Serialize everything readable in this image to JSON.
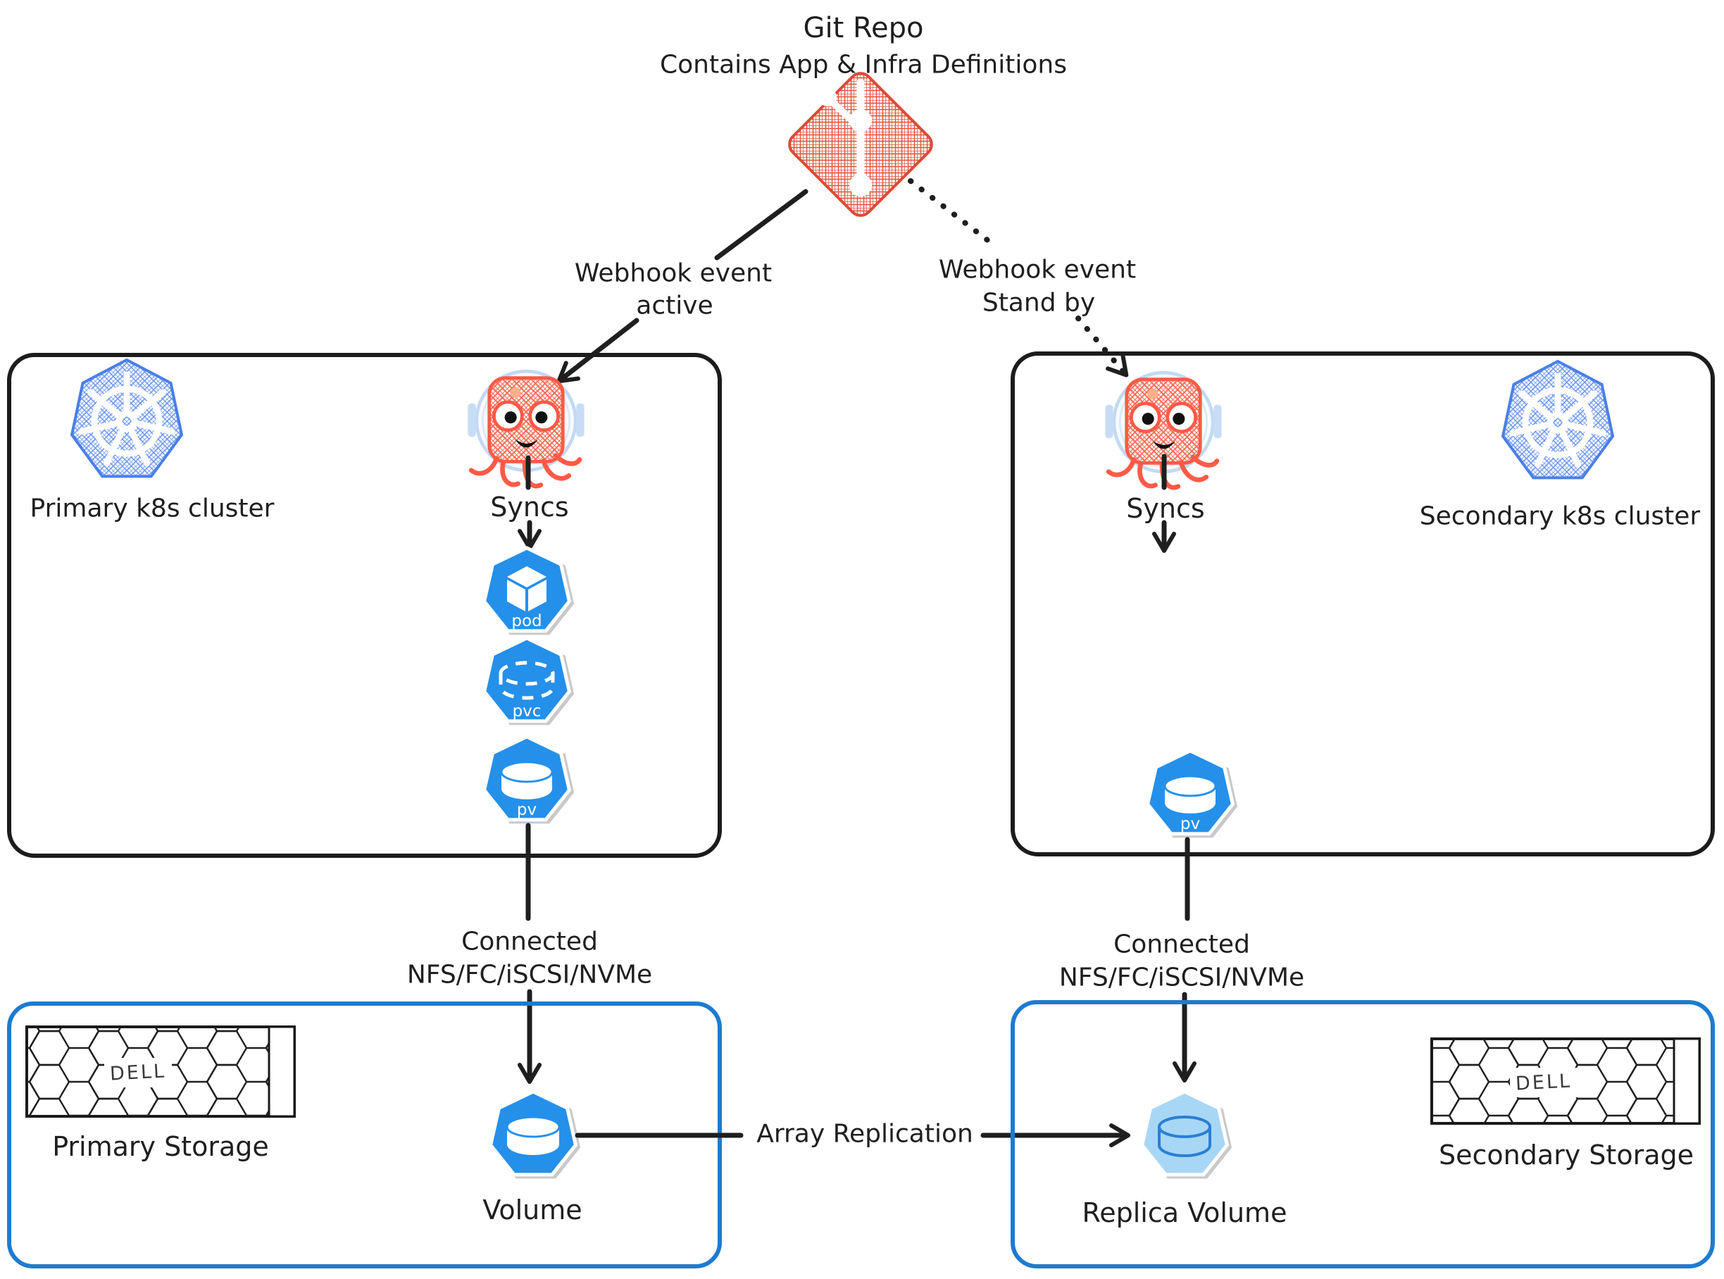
{
  "title": {
    "line1": "Git Repo",
    "line2": "Contains App & Infra Definitions"
  },
  "edges": {
    "webhook_active": {
      "line1": "Webhook event",
      "line2": "active",
      "style": "solid"
    },
    "webhook_standby": {
      "line1": "Webhook event",
      "line2": "Stand by",
      "style": "dotted"
    },
    "sync_primary": {
      "label": "Syncs"
    },
    "sync_secondary": {
      "label": "Syncs"
    },
    "connect_primary": {
      "line1": "Connected",
      "line2": "NFS/FC/iSCSI/NVMe"
    },
    "connect_secondary": {
      "line1": "Connected",
      "line2": "NFS/FC/iSCSI/NVMe"
    },
    "replication": {
      "label": "Array Replication"
    }
  },
  "clusters": {
    "primary": {
      "label": "Primary k8s cluster",
      "resources": [
        {
          "label": "pod"
        },
        {
          "label": "pvc"
        },
        {
          "label": "pv"
        }
      ]
    },
    "secondary": {
      "label": "Secondary k8s cluster",
      "resources": [
        {
          "label": "pv"
        }
      ]
    }
  },
  "storage": {
    "primary": {
      "label": "Primary Storage",
      "vendor": "DELL",
      "volume": {
        "label": "Volume"
      }
    },
    "secondary": {
      "label": "Secondary Storage",
      "vendor": "DELL",
      "volume": {
        "label": "Replica Volume"
      }
    }
  },
  "colors": {
    "accent_blue": "#2590ea",
    "light_blue": "#a8d7f6",
    "storage_border": "#1d7bd0",
    "cluster_border": "#1c1c1c",
    "git_red": "#e2573f",
    "argo_orange": "#ff5a45",
    "k8s_blue": "#6b96f2",
    "ink": "#1f1f1f"
  }
}
